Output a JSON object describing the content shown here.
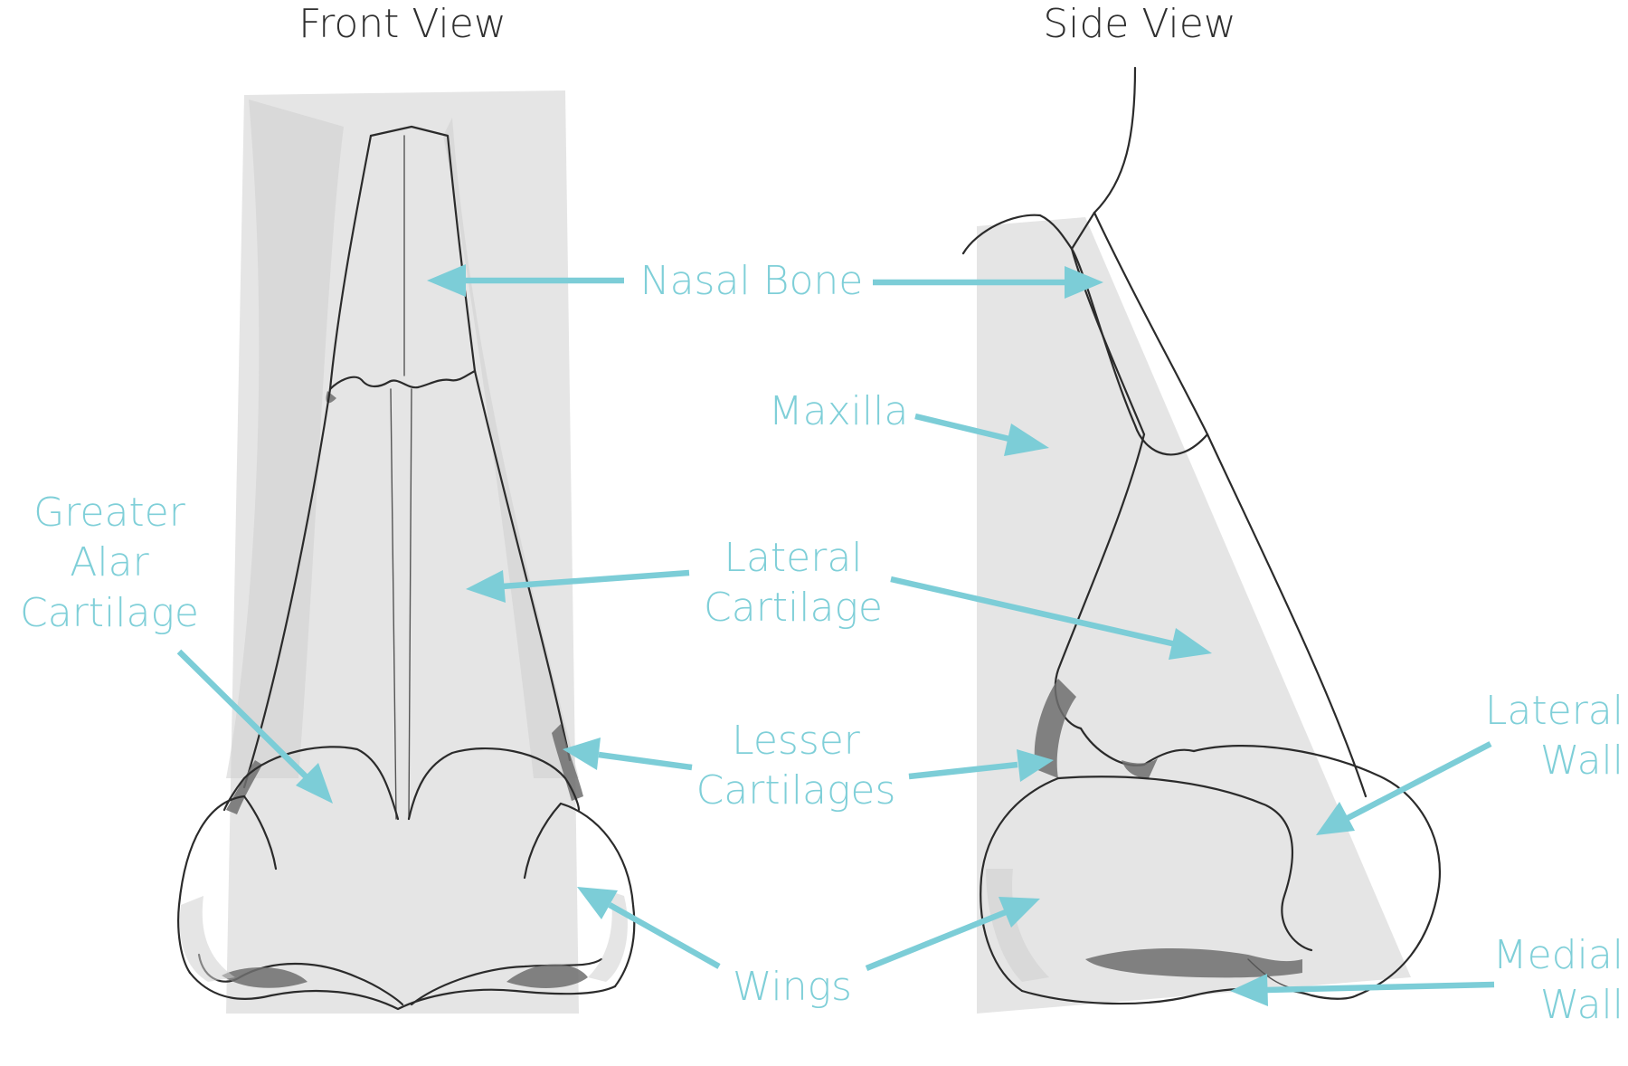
{
  "titles": {
    "front": "Front View",
    "side": "Side View"
  },
  "labels": {
    "nasal_bone": "Nasal Bone",
    "maxilla": "Maxilla",
    "greater_alar": [
      "Greater",
      "Alar",
      "Cartilage"
    ],
    "lateral_cartilage": [
      "Lateral",
      "Cartilage"
    ],
    "lesser_cartilages": [
      "Lesser",
      "Cartilages"
    ],
    "wings": "Wings",
    "lateral_wall": [
      "Lateral",
      "Wall"
    ],
    "medial_wall": [
      "Medial",
      "Wall"
    ]
  },
  "colors": {
    "label": "#7fcfd8",
    "arrow": "#7ccdd7",
    "title": "#2f2f2f",
    "sketch": "#2b2b2b"
  }
}
